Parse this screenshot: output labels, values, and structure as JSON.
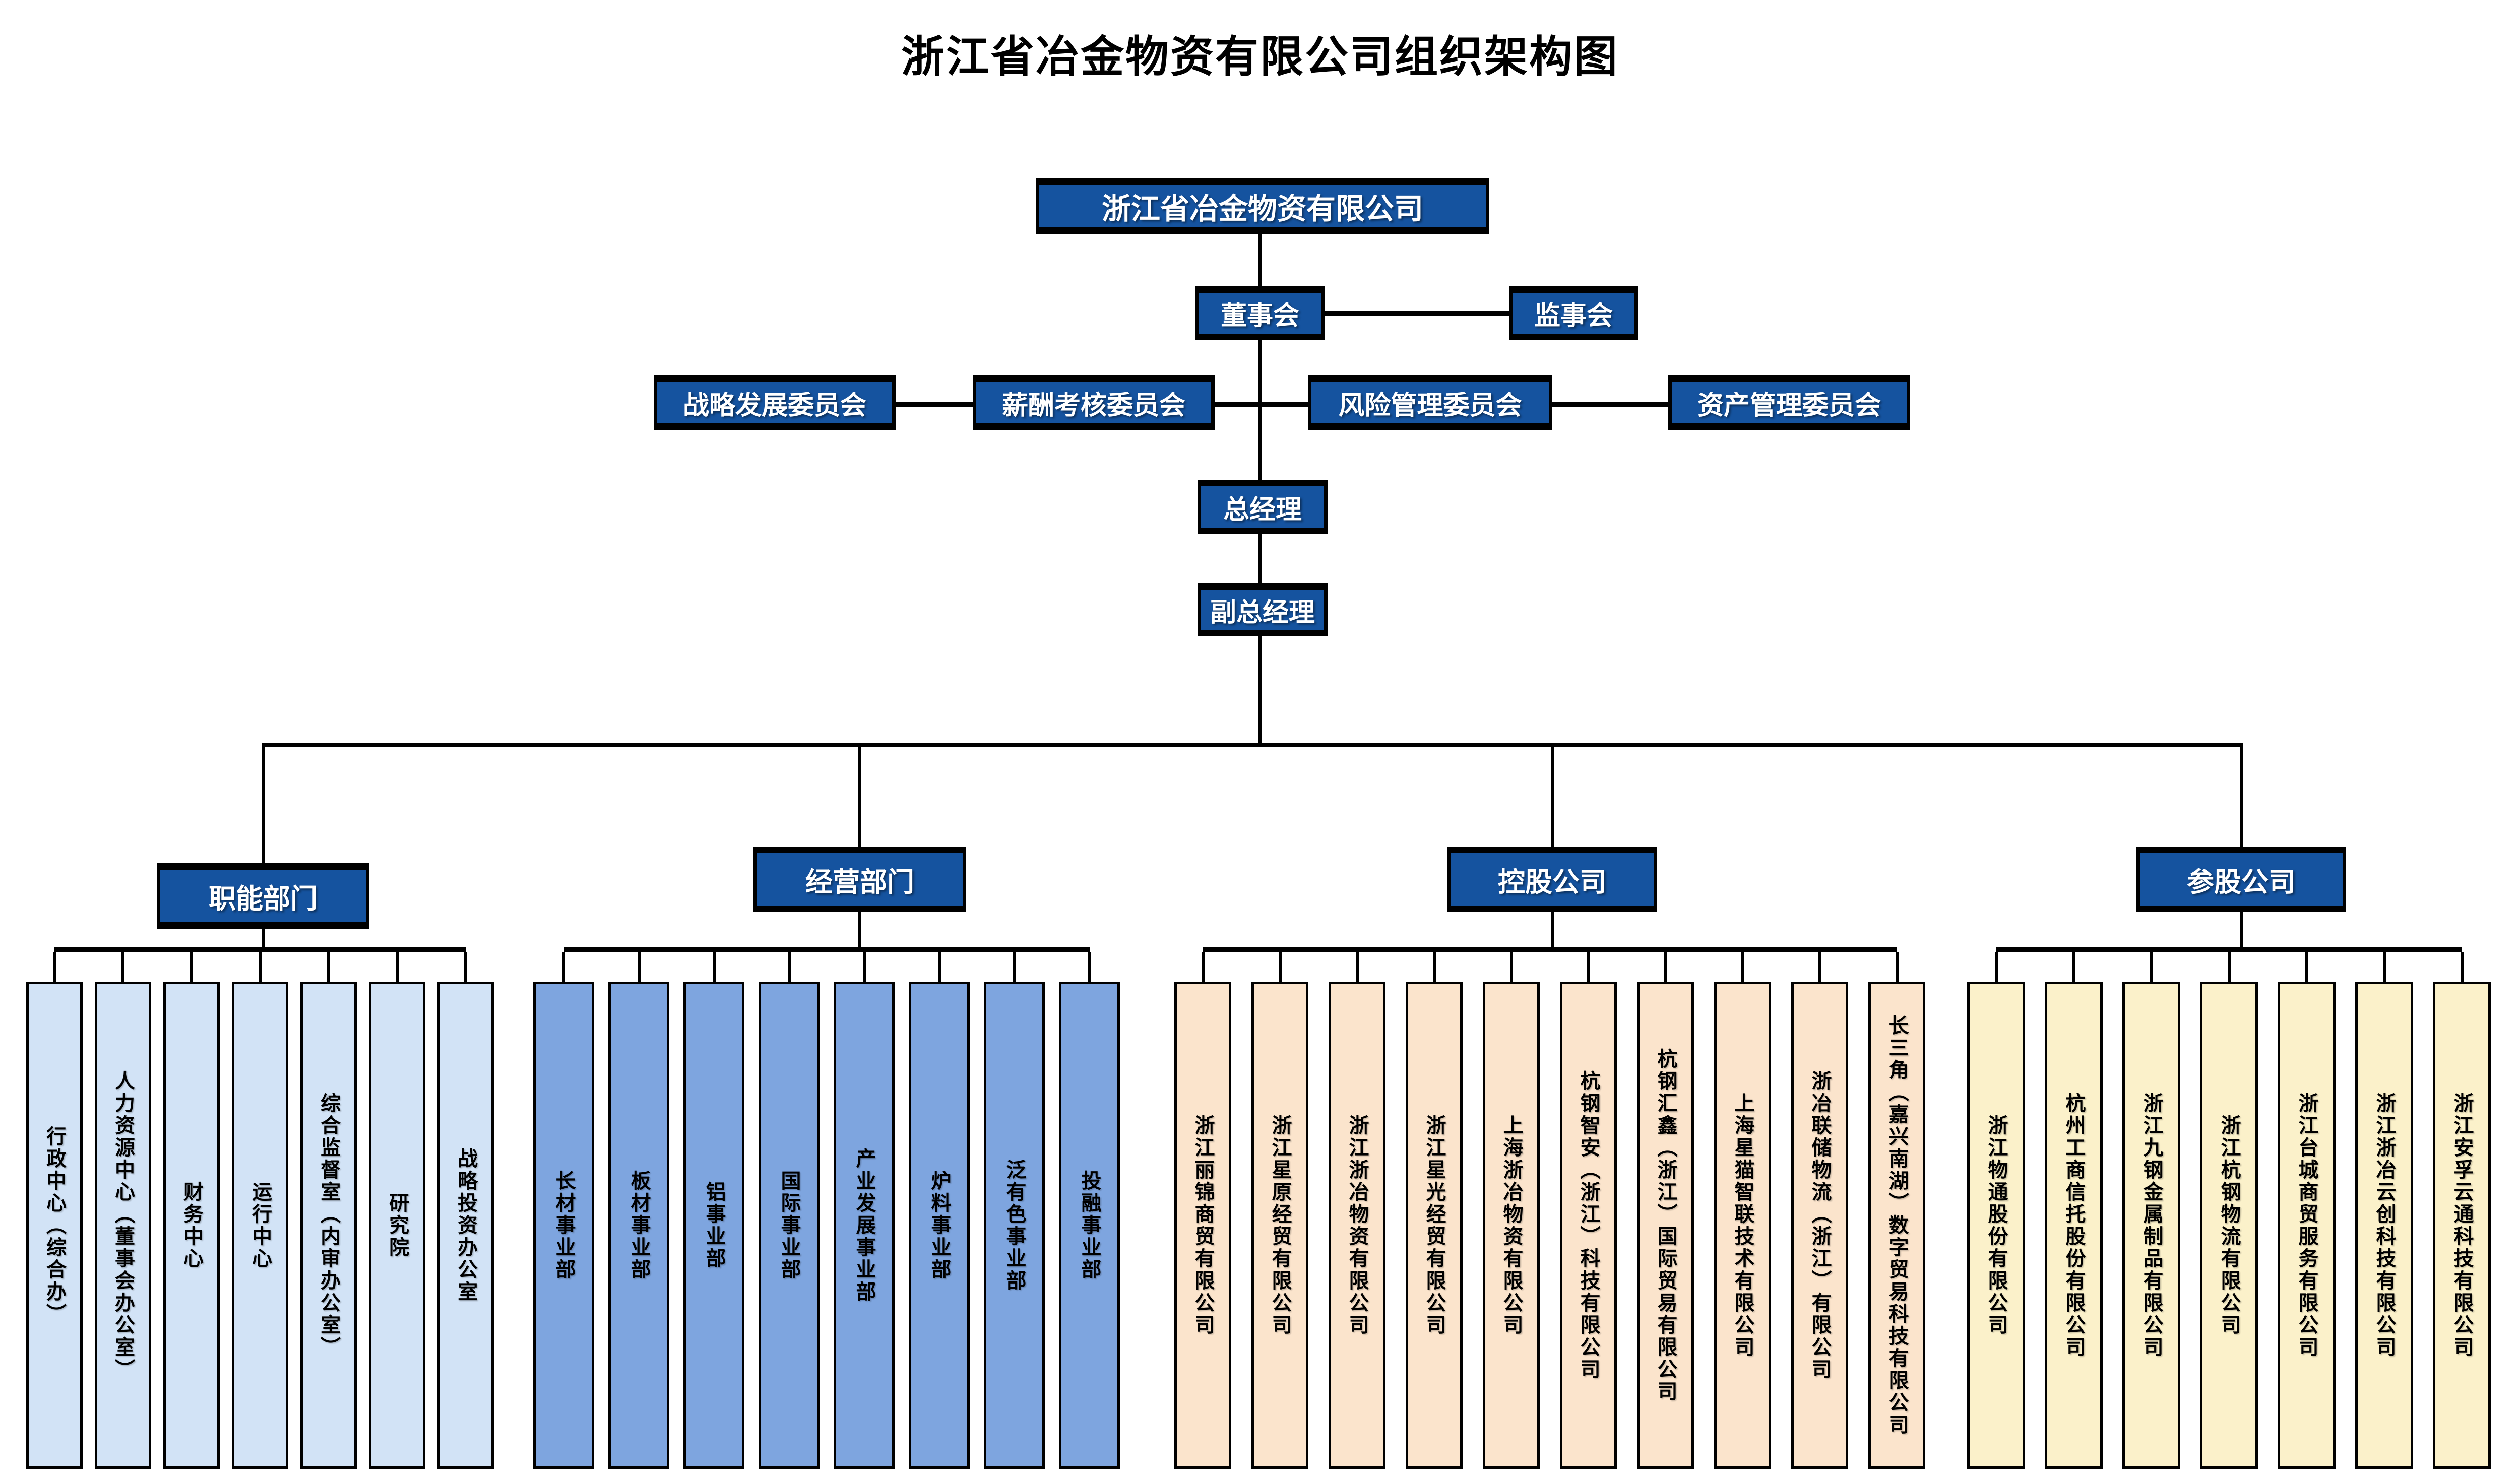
{
  "title": "浙江省冶金物资有限公司组织架构图",
  "root": {
    "label": "浙江省冶金物资有限公司"
  },
  "board": {
    "label": "董事会"
  },
  "supervisory": {
    "label": "监事会"
  },
  "committees": [
    {
      "label": "战略发展委员会"
    },
    {
      "label": "薪酬考核委员会"
    },
    {
      "label": "风险管理委员会"
    },
    {
      "label": "资产管理委员会"
    }
  ],
  "general_manager": {
    "label": "总经理"
  },
  "deputy_general_manager": {
    "label": "副总经理"
  },
  "groups": [
    {
      "label": "职能部门",
      "children": [
        "行政中心（综合办）",
        "人力资源中心（董事会办公室）",
        "财务中心",
        "运行中心",
        "综合监督室（内审办公室）",
        "研究院",
        "战略投资办公室"
      ]
    },
    {
      "label": "经营部门",
      "children": [
        "长材事业部",
        "板材事业部",
        "铝事业部",
        "国际事业部",
        "产业发展事业部",
        "炉料事业部",
        "泛有色事业部",
        "投融事业部"
      ]
    },
    {
      "label": "控股公司",
      "children": [
        "浙江丽锦商贸有限公司",
        "浙江星原经贸有限公司",
        "浙江浙冶物资有限公司",
        "浙江星光经贸有限公司",
        "上海浙冶物资有限公司",
        "杭钢智安（浙江）科技有限公司",
        "杭钢汇鑫（浙江）国际贸易有限公司",
        "上海星猫智联技术有限公司",
        "浙冶联储物流（浙江）有限公司",
        "长三角（嘉兴南湖）数字贸易科技有限公司"
      ]
    },
    {
      "label": "参股公司",
      "children": [
        "浙江物通股份有限公司",
        "杭州工商信托股份有限公司",
        "浙江九钢金属制品有限公司",
        "浙江杭钢物流有限公司",
        "浙江台城商贸服务有限公司",
        "浙江浙冶云创科技有限公司",
        "浙江安孚云通科技有限公司"
      ]
    }
  ],
  "colors": {
    "header-blue": "#15539F",
    "light-blue": "#D2E3F6",
    "mid-blue": "#7EA5DF",
    "light-orange": "#FBE4CC",
    "light-yellow": "#FBF1CA",
    "line-black": "#000000"
  }
}
